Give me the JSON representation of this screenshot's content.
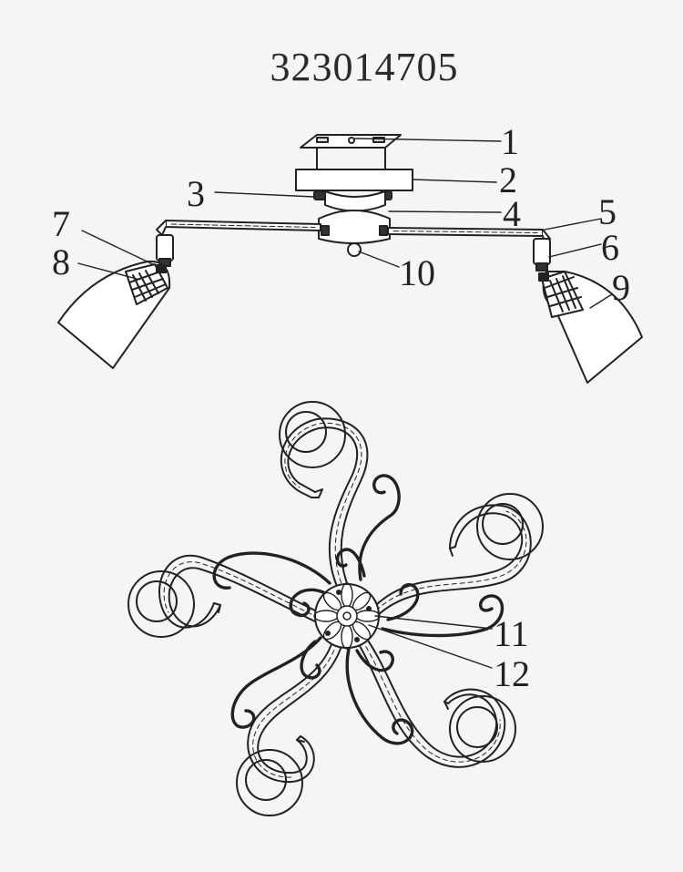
{
  "title": "323014705",
  "callouts": {
    "c1": "1",
    "c2": "2",
    "c3": "3",
    "c4": "4",
    "c5": "5",
    "c6": "6",
    "c7": "7",
    "c8": "8",
    "c9": "9",
    "c10": "10",
    "c11": "11",
    "c12": "12"
  },
  "colors": {
    "ink": "#222222",
    "glass": "#ffffff",
    "paper": "#f5f5f3"
  }
}
